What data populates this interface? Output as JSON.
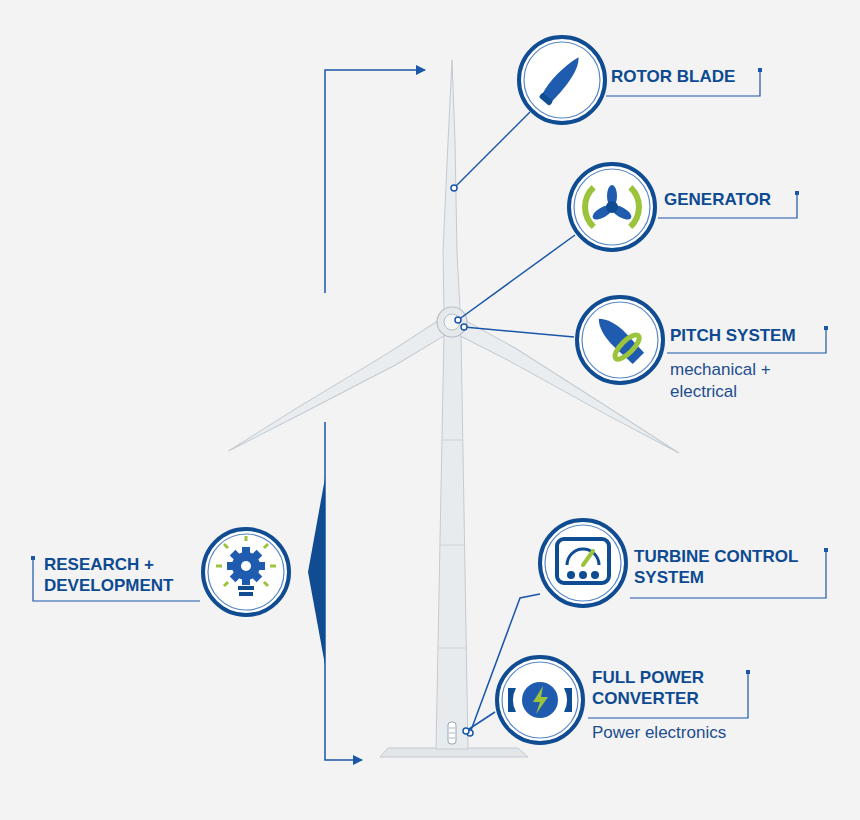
{
  "diagram": {
    "nodes": [
      {
        "text": [
          "ROTOR BLADE"
        ]
      },
      {
        "text": [
          "GENERATOR"
        ]
      },
      {
        "text": [
          "PITCH SYSTEM",
          "mechanical + electrical"
        ]
      },
      {
        "text": [
          "RESEARCH + DEVELOPMENT"
        ]
      },
      {
        "text": [
          "TURBINE CONTROL SYSTEM"
        ]
      },
      {
        "text": [
          "FULL POWER CONVERTER",
          "Power electronics"
        ]
      }
    ]
  }
}
